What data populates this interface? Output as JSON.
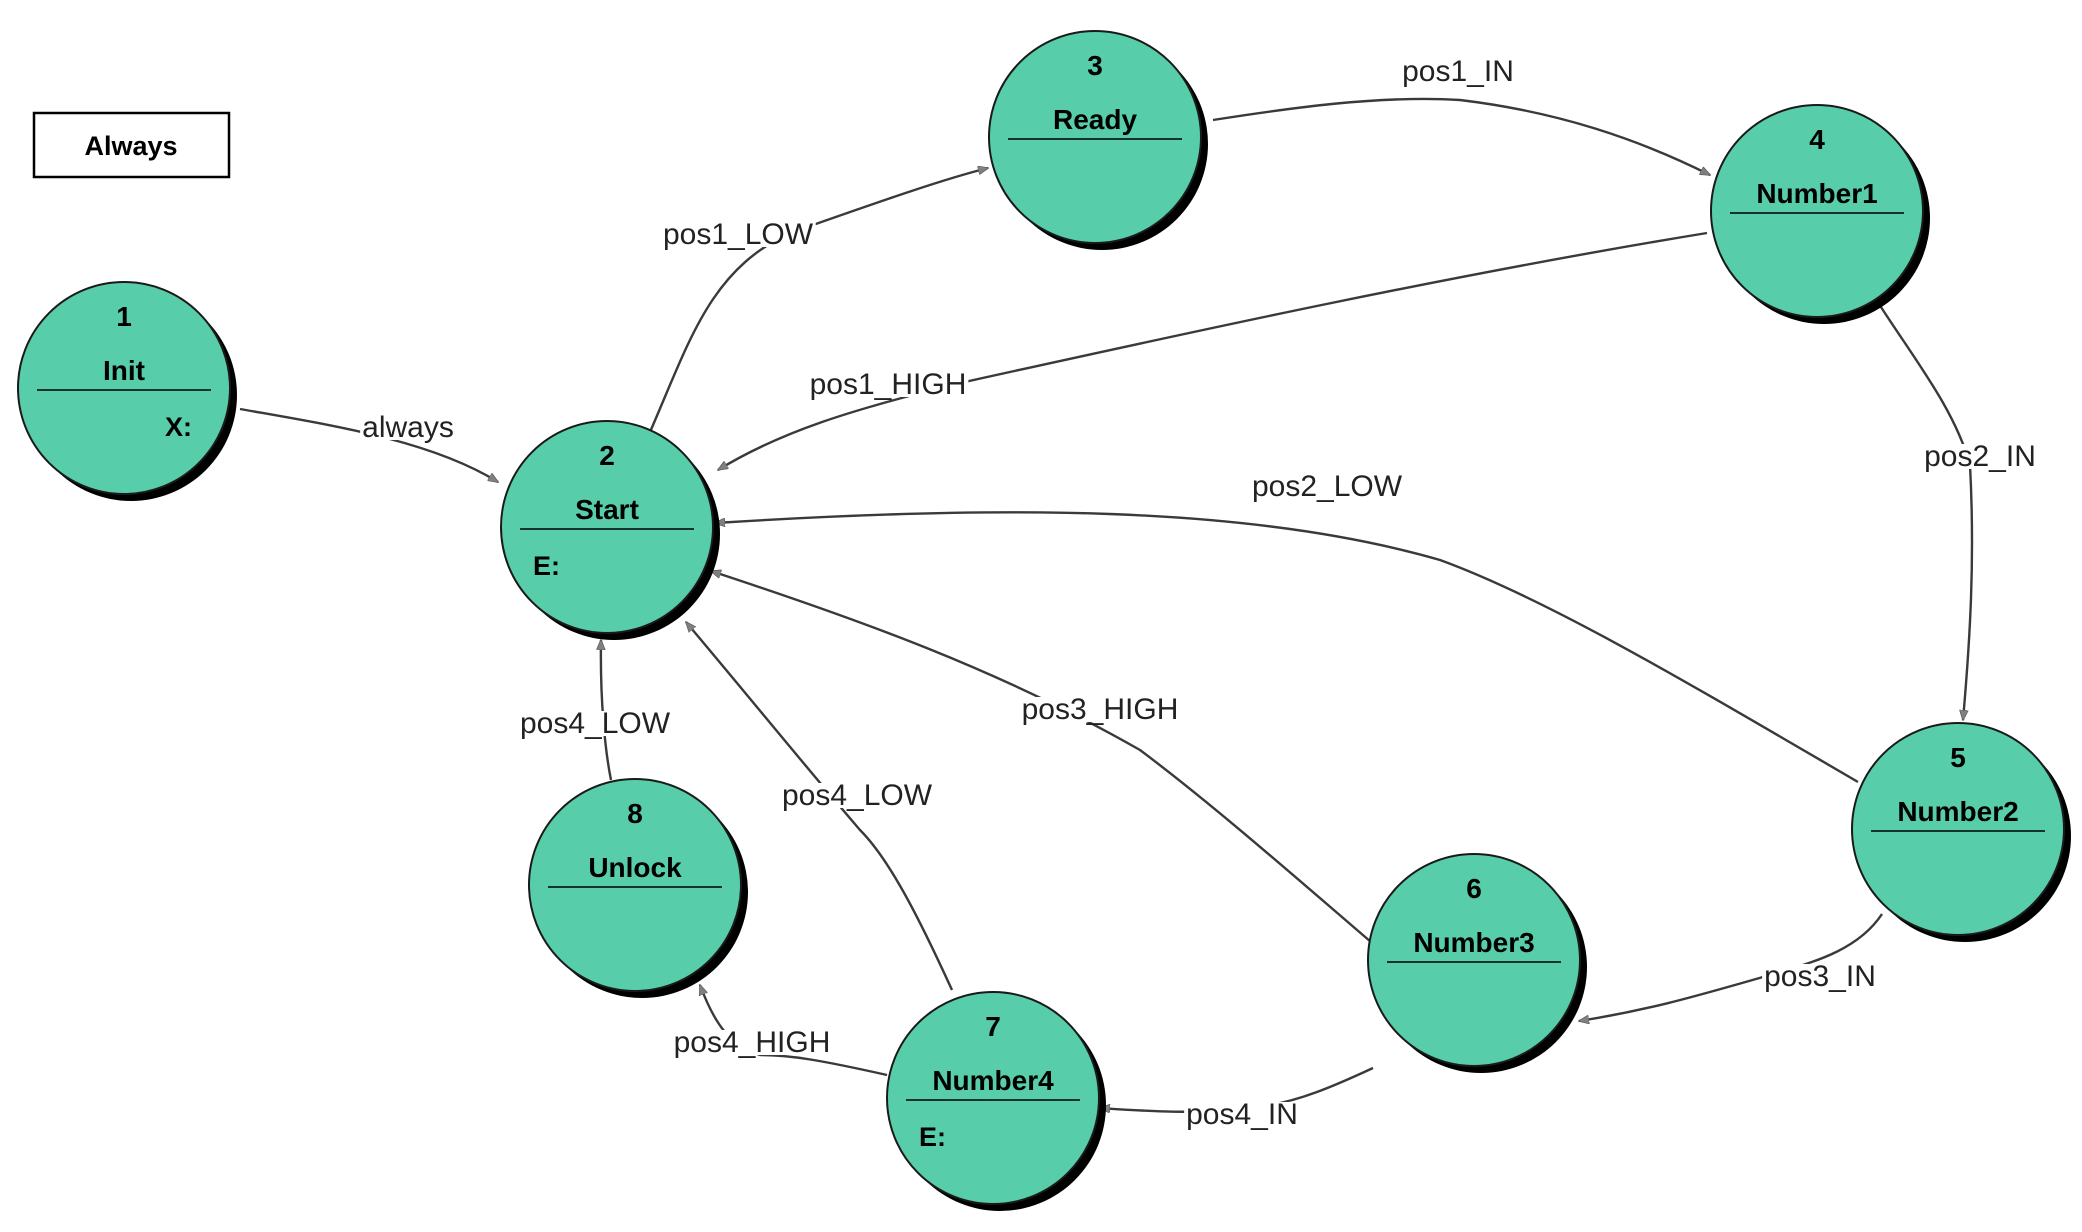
{
  "diagram": {
    "state_fill": "#57CDA9",
    "shadow_color": "#000000",
    "edge_color": "#3a3a3a",
    "arrowhead_color": "#808080",
    "always_box": {
      "label": "Always"
    },
    "states": [
      {
        "id": "1",
        "number": "1",
        "name": "Init",
        "action": "X:"
      },
      {
        "id": "2",
        "number": "2",
        "name": "Start",
        "action": "E:"
      },
      {
        "id": "3",
        "number": "3",
        "name": "Ready",
        "action": ""
      },
      {
        "id": "4",
        "number": "4",
        "name": "Number1",
        "action": ""
      },
      {
        "id": "5",
        "number": "5",
        "name": "Number2",
        "action": ""
      },
      {
        "id": "6",
        "number": "6",
        "name": "Number3",
        "action": ""
      },
      {
        "id": "7",
        "number": "7",
        "name": "Number4",
        "action": "E:"
      },
      {
        "id": "8",
        "number": "8",
        "name": "Unlock",
        "action": ""
      }
    ],
    "transitions": [
      {
        "from": "1",
        "to": "2",
        "label": "always"
      },
      {
        "from": "2",
        "to": "3",
        "label": "pos1_LOW"
      },
      {
        "from": "3",
        "to": "4",
        "label": "pos1_IN"
      },
      {
        "from": "4",
        "to": "2",
        "label": "pos1_HIGH"
      },
      {
        "from": "4",
        "to": "5",
        "label": "pos2_IN"
      },
      {
        "from": "5",
        "to": "2",
        "label": "pos2_LOW"
      },
      {
        "from": "5",
        "to": "6",
        "label": "pos3_IN"
      },
      {
        "from": "6",
        "to": "2",
        "label": "pos3_HIGH"
      },
      {
        "from": "6",
        "to": "7",
        "label": "pos4_IN"
      },
      {
        "from": "7",
        "to": "2",
        "label": "pos4_LOW"
      },
      {
        "from": "7",
        "to": "8",
        "label": "pos4_HIGH"
      },
      {
        "from": "8",
        "to": "2",
        "label": "pos4_LOW"
      }
    ]
  }
}
